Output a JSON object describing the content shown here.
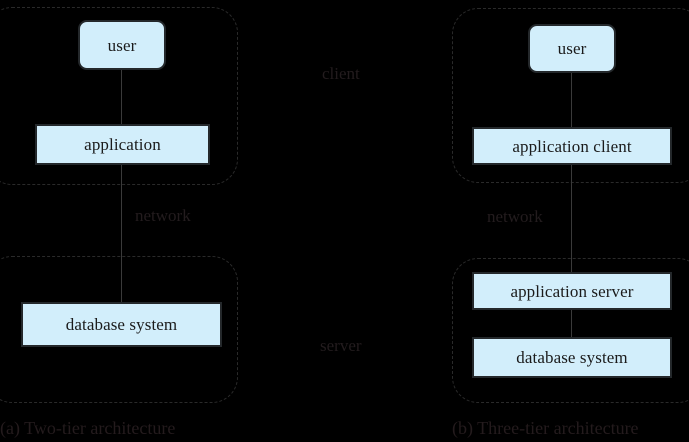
{
  "figure": {
    "background_color": "#000000",
    "node_fill_color": "#d2eefb",
    "node_border_color": "#24282b",
    "tier_border_color": "#2a2a2a",
    "label_color": "#231c1e"
  },
  "panels": [
    {
      "id": "two-tier",
      "caption": "(a) Two-tier architecture",
      "tiers": [
        {
          "id": "client",
          "label": "client",
          "nodes": [
            {
              "id": "user",
              "label": "user",
              "shape": "rounded"
            },
            {
              "id": "application",
              "label": "application",
              "shape": "rect"
            }
          ]
        },
        {
          "id": "server",
          "label": "server",
          "nodes": [
            {
              "id": "database-system",
              "label": "database system",
              "shape": "rect"
            }
          ]
        }
      ],
      "network_label": "network"
    },
    {
      "id": "three-tier",
      "caption": "(b) Three-tier architecture",
      "tiers": [
        {
          "id": "client",
          "label": "client",
          "nodes": [
            {
              "id": "user",
              "label": "user",
              "shape": "rounded"
            },
            {
              "id": "application-client",
              "label": "application client",
              "shape": "rect"
            }
          ]
        },
        {
          "id": "server",
          "label": "server",
          "nodes": [
            {
              "id": "application-server",
              "label": "application server",
              "shape": "rect"
            },
            {
              "id": "database-system",
              "label": "database system",
              "shape": "rect"
            }
          ]
        }
      ],
      "network_label": "network"
    }
  ]
}
